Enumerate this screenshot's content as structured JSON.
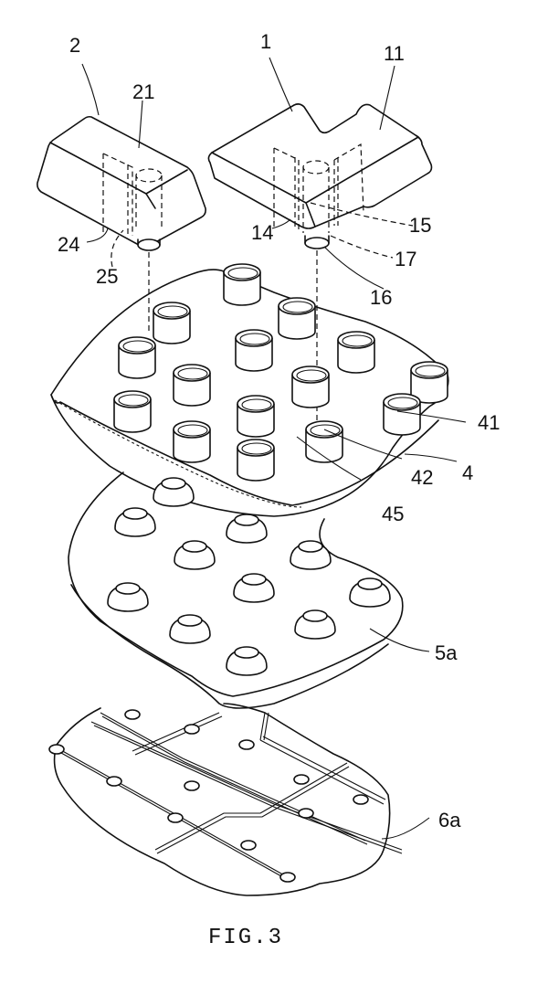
{
  "figure": {
    "caption": "FIG.3",
    "subject": "Exploded view of keyboard key assembly: keycaps, elastic support layer, dome membrane, circuit membrane"
  },
  "labels": {
    "l1": "1",
    "l2": "2",
    "l11": "11",
    "l21": "21",
    "l14": "14",
    "l15": "15",
    "l16": "16",
    "l17": "17",
    "l24": "24",
    "l25": "25",
    "l4": "4",
    "l41": "41",
    "l42": "42",
    "l45": "45",
    "l5a": "5a",
    "l6a": "6a"
  },
  "components": [
    {
      "ref": "1",
      "name": "L-shaped keycap"
    },
    {
      "ref": "2",
      "name": "rectangular keycap"
    },
    {
      "ref": "4",
      "name": "support layer with sleeves"
    },
    {
      "ref": "5a",
      "name": "dome membrane"
    },
    {
      "ref": "6a",
      "name": "circuit membrane"
    }
  ]
}
